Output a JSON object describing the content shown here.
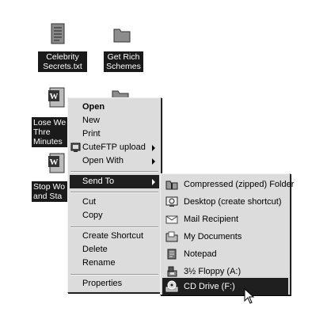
{
  "desktop": {
    "icons": [
      {
        "name": "Celebrity\nSecrets.txt"
      },
      {
        "name": "Get Rich\nSchemes"
      },
      {
        "name": "Lose We\n   Thre\nMinutes"
      },
      {
        "name": "Stop Wo\nand Sta"
      }
    ]
  },
  "context_menu": {
    "items": [
      {
        "label": "Open"
      },
      {
        "label": "New"
      },
      {
        "label": "Print"
      },
      {
        "label": "CuteFTP upload"
      },
      {
        "label": "Open With"
      },
      {
        "label": "Send To"
      },
      {
        "label": "Cut"
      },
      {
        "label": "Copy"
      },
      {
        "label": "Create Shortcut"
      },
      {
        "label": "Delete"
      },
      {
        "label": "Rename"
      },
      {
        "label": "Properties"
      }
    ]
  },
  "send_to_menu": {
    "items": [
      {
        "label": "Compressed (zipped) Folder",
        "icon": "zip-folder-icon"
      },
      {
        "label": "Desktop (create shortcut)",
        "icon": "desktop-icon"
      },
      {
        "label": "Mail Recipient",
        "icon": "mail-icon"
      },
      {
        "label": "My Documents",
        "icon": "folder-icon"
      },
      {
        "label": "Notepad",
        "icon": "notepad-icon"
      },
      {
        "label": "3½ Floppy (A:)",
        "icon": "floppy-icon"
      },
      {
        "label": "CD Drive (F:)",
        "icon": "cd-drive-icon"
      }
    ]
  }
}
